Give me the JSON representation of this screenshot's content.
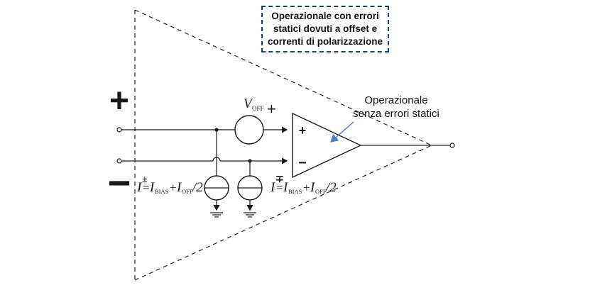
{
  "caption": {
    "line1": "Operazionale con errori",
    "line2": "statici dovuti a offset e",
    "line3": "correnti di polarizzazione"
  },
  "ideal_opamp_label": {
    "line1": "Operazionale",
    "line2": "senza errori statici"
  },
  "input_signs": {
    "plus": "+",
    "minus": "−"
  },
  "opamp_signs": {
    "plus": "+",
    "minus": "−"
  },
  "offset_source": {
    "symbol": "V",
    "subscript": "OFF",
    "polarity": "+"
  },
  "bias_source_plus": {
    "I": "I",
    "sign": "±",
    "eq": "=",
    "Ibias": "I",
    "bias_sub": "BIAS",
    "plus": "+",
    "Ioff": "I",
    "off_sub": "OFF",
    "div": "/2"
  },
  "bias_source_minus": {
    "I": "I",
    "sign": "∓",
    "eq": "=",
    "Ibias": "I",
    "bias_sub": "BIAS",
    "plus": "+",
    "Ioff": "I",
    "off_sub": "OFF",
    "div": "/2"
  },
  "colors": {
    "wire": "#1a1a1a",
    "dashed_outline": "#222222",
    "caption_border": "#1f3e78",
    "arrow": "#4a7fc1"
  }
}
